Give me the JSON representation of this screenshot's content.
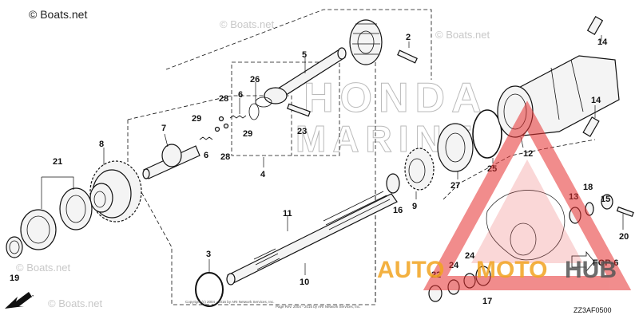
{
  "watermarks": {
    "top_left": "© Boats.net",
    "repeat": "© Boats.net",
    "honda_top": "HONDA",
    "honda_bottom": "MARINE",
    "autohub_a": "AUTO",
    "autohub_b": "MOTO",
    "autohub_c": "HUB"
  },
  "callouts": {
    "p2": "2",
    "p3": "3",
    "p4": "4",
    "p5": "5",
    "p6a": "6",
    "p6b": "6",
    "p7": "7",
    "p8": "8",
    "p9": "9",
    "p10": "10",
    "p11": "11",
    "p12": "12",
    "p13": "13",
    "p14a": "14",
    "p14b": "14",
    "p15": "15",
    "p16": "16",
    "p17": "17",
    "p18": "18",
    "p19": "19",
    "p20": "20",
    "p21": "21",
    "p22": "22",
    "p23": "23",
    "p24a": "24",
    "p24b": "24",
    "p25": "25",
    "p26": "26",
    "p27": "27",
    "p28a": "28",
    "p28b": "28",
    "p29a": "29",
    "p29b": "29"
  },
  "reference": {
    "fop": "FOP-6",
    "diagram_code": "ZZ3AF0500",
    "fr_arrow": "FR."
  },
  "footer": {
    "copyright_line1": "Copyright (c) 2004 - 2016 by ARI Network Services, Inc.",
    "copyright_line2": "Page Rev. 2004 - 2016 by ARI Network Services, Inc."
  },
  "colors": {
    "line": "#111111",
    "watermark_red": "#e63030",
    "watermark_orange": "#f2a421",
    "watermark_gray": "#c8c8c8"
  }
}
